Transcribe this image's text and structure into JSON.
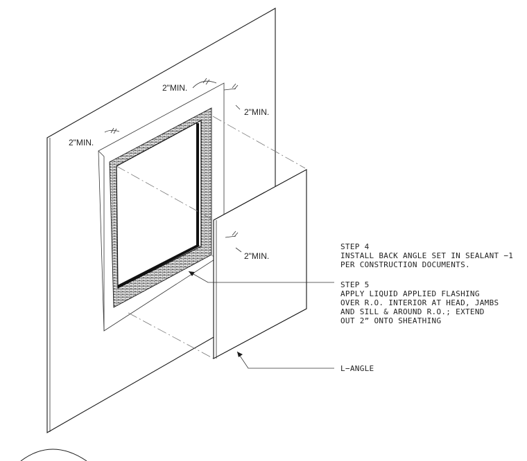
{
  "dimensions": {
    "top": "2\"MIN.",
    "right_top": "2\"MIN.",
    "left": "2\"MIN.",
    "right_bottom": "2\"MIN."
  },
  "notes": {
    "step4": {
      "title": "STEP 4",
      "lines": [
        "INSTALL BACK ANGLE SET IN SEALANT −1",
        "PER CONSTRUCTION DOCUMENTS."
      ]
    },
    "step5": {
      "title": "STEP 5",
      "lines": [
        "APPLY LIQUID APPLIED FLASHING",
        "OVER R.O. INTERIOR AT HEAD, JAMBS",
        "AND SILL & AROUND R.O.; EXTEND",
        "OUT 2” ONTO SHEATHING"
      ]
    },
    "l_angle": "L−ANGLE"
  },
  "colors": {
    "line": "#1a1a1a",
    "hatch": "#555555",
    "flashing": "#222222",
    "background": "#ffffff"
  }
}
